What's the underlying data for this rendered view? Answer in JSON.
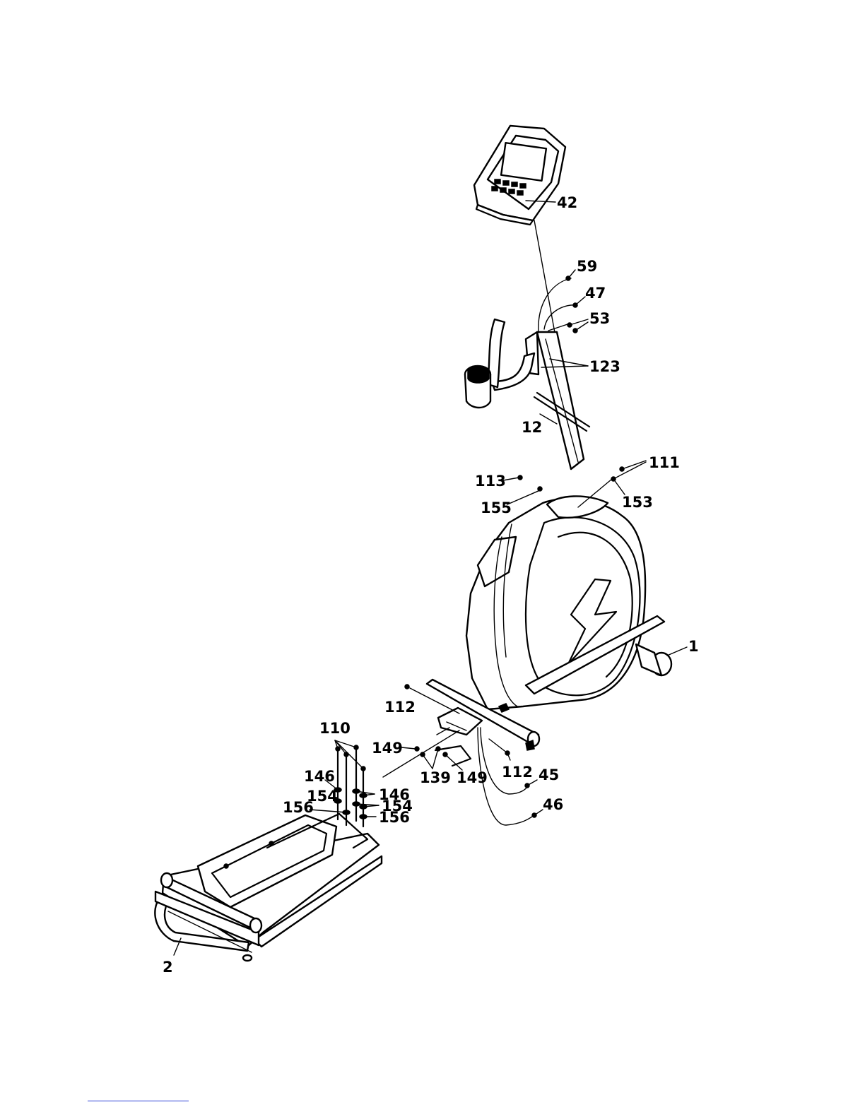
{
  "labels": {
    "p42": "42",
    "p59": "59",
    "p47": "47",
    "p53": "53",
    "p123": "123",
    "p12": "12",
    "p113": "113",
    "p111": "111",
    "p155": "155",
    "p153": "153",
    "p1": "1",
    "p112a": "112",
    "p110": "110",
    "p149a": "149",
    "p146a": "146",
    "p146b": "146",
    "p154a": "154",
    "p154b": "154",
    "p156a": "156",
    "p156b": "156",
    "p139": "139",
    "p149b": "149",
    "p112b": "112",
    "p45": "45",
    "p46": "46",
    "p2": "2"
  }
}
